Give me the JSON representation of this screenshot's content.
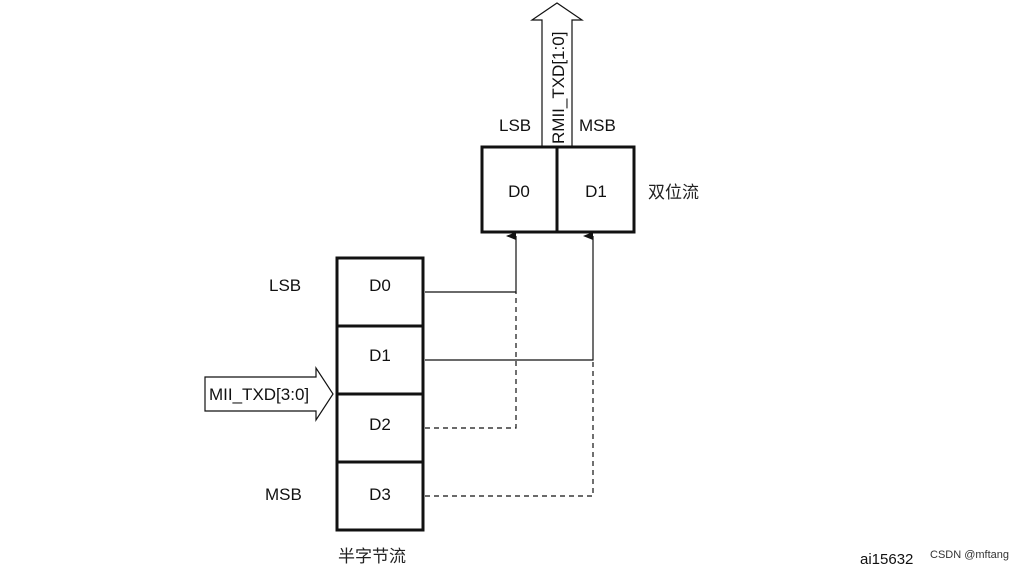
{
  "dibit": {
    "cells": [
      "D0",
      "D1"
    ],
    "lsb_label": "LSB",
    "msb_label": "MSB",
    "title": "双位流",
    "output_bus": "RMII_TXD[1:0]"
  },
  "nibble": {
    "cells": [
      "D0",
      "D1",
      "D2",
      "D3"
    ],
    "lsb_label": "LSB",
    "msb_label": "MSB",
    "title": "半字节流",
    "input_bus": "MII_TXD[3:0]"
  },
  "figure_id": "ai15632",
  "watermark": "CSDN @mftang"
}
